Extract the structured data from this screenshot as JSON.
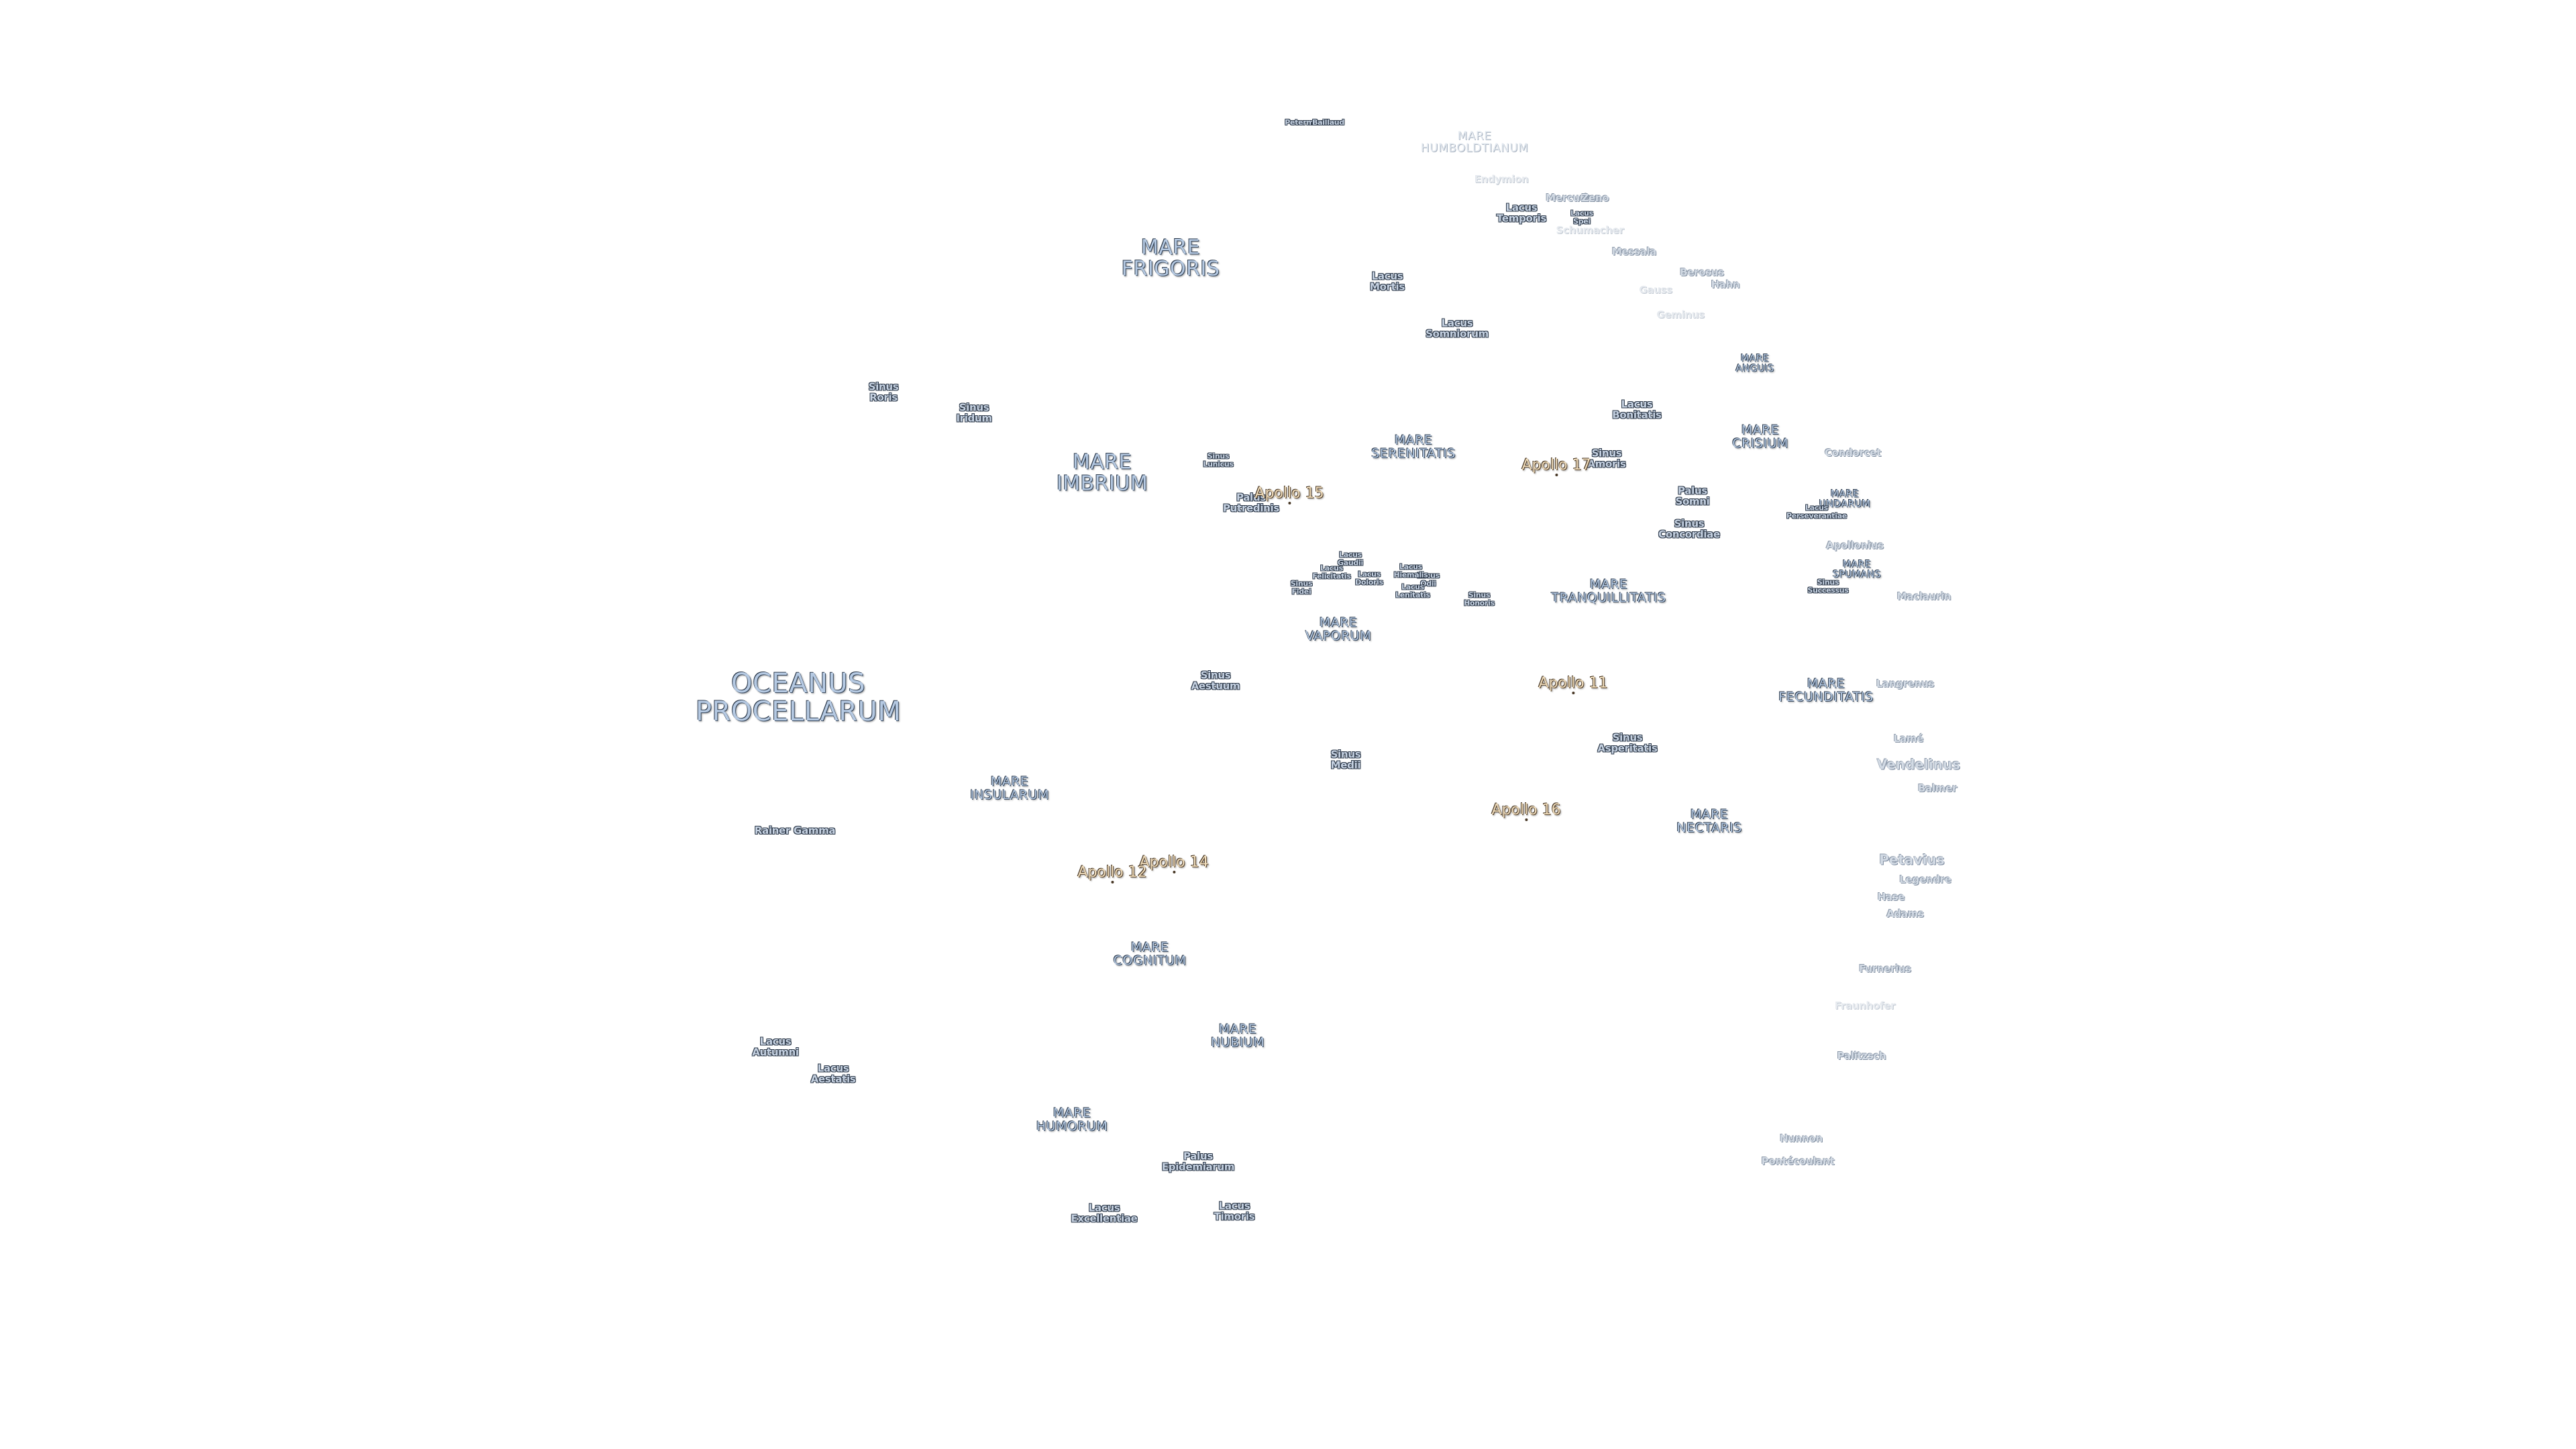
{
  "map": {
    "title": "",
    "colors": {
      "background": "#ffffff",
      "sea_fill": "#b5c9e2",
      "sea_outline": "#2e3b4c",
      "feature_fill": "#c6d2e2",
      "apollo_fill": "#efdcbb",
      "apollo_outline": "#4a3a28",
      "limb_fill": "#d2dae4"
    },
    "seas": [
      {
        "lines": [
          "OCEANUS",
          "PROCELLARUM"
        ]
      },
      {
        "lines": [
          "MARE",
          "FRIGORIS"
        ]
      },
      {
        "lines": [
          "MARE",
          "IMBRIUM"
        ]
      },
      {
        "lines": [
          "MARE",
          "SERENITATIS"
        ]
      },
      {
        "lines": [
          "MARE",
          "TRANQUILLITATIS"
        ]
      },
      {
        "lines": [
          "MARE",
          "CRISIUM"
        ]
      },
      {
        "lines": [
          "MARE",
          "FECUNDITATIS"
        ]
      },
      {
        "lines": [
          "MARE",
          "NUBIUM"
        ]
      },
      {
        "lines": [
          "MARE",
          "INSULARUM"
        ]
      },
      {
        "lines": [
          "MARE",
          "COGNITUM"
        ]
      },
      {
        "lines": [
          "MARE",
          "HUMORUM"
        ]
      },
      {
        "lines": [
          "MARE",
          "NECTARIS"
        ]
      },
      {
        "lines": [
          "MARE",
          "VAPORUM"
        ]
      },
      {
        "lines": [
          "MARE",
          "HUMBOLDTIANUM"
        ]
      },
      {
        "lines": [
          "MARE",
          "ANGUIS"
        ]
      },
      {
        "lines": [
          "MARE",
          "UNDARUM"
        ]
      },
      {
        "lines": [
          "MARE",
          "SPUMANS"
        ]
      }
    ],
    "features": [
      {
        "lines": [
          "Lacus",
          "Somniorum"
        ]
      },
      {
        "lines": [
          "Sinus",
          "Roris"
        ]
      },
      {
        "lines": [
          "Sinus",
          "Iridum"
        ]
      },
      {
        "lines": [
          "Lacus",
          "Mortis"
        ]
      },
      {
        "lines": [
          "Lacus",
          "Temporis"
        ]
      },
      {
        "lines": [
          "Sinus",
          "Aestuum"
        ]
      },
      {
        "lines": [
          "Sinus",
          "Medii"
        ]
      },
      {
        "lines": [
          "Sinus",
          "Asperitatis"
        ]
      },
      {
        "lines": [
          "Sinus",
          "Amoris"
        ]
      },
      {
        "lines": [
          "Lacus",
          "Bonitatis"
        ]
      },
      {
        "lines": [
          "Palus",
          "Somni"
        ]
      },
      {
        "lines": [
          "Sinus",
          "Concordiae"
        ]
      },
      {
        "lines": [
          "Palus",
          "Putredinis"
        ]
      },
      {
        "lines": [
          "Palus",
          "Epidemiarum"
        ]
      },
      {
        "lines": [
          "Lacus",
          "Excellentiae"
        ]
      },
      {
        "lines": [
          "Lacus",
          "Timoris"
        ]
      },
      {
        "lines": [
          "Lacus",
          "Autumni"
        ]
      },
      {
        "lines": [
          "Lacus",
          "Aestatis"
        ]
      },
      {
        "lines": [
          "Rainer Gamma"
        ]
      },
      {
        "lines": [
          "Sinus",
          "Successus"
        ]
      },
      {
        "lines": [
          "Sinus",
          "Honoris"
        ]
      },
      {
        "lines": [
          "Sinus",
          "Fidei"
        ]
      },
      {
        "lines": [
          "Sinus",
          "Lunicus"
        ]
      },
      {
        "lines": [
          "Lacus",
          "Doloris"
        ]
      },
      {
        "lines": [
          "Lacus",
          "Gaudii"
        ]
      },
      {
        "lines": [
          "Lacus",
          "Felicitatis"
        ]
      },
      {
        "lines": [
          "Lacus",
          "Odii"
        ]
      },
      {
        "lines": [
          "Lacus",
          "Hiemalis"
        ]
      },
      {
        "lines": [
          "Lacus",
          "Lenitatis"
        ]
      },
      {
        "lines": [
          "Lacus",
          "Spei"
        ]
      },
      {
        "lines": [
          "Lacus",
          "Perseverantiae"
        ]
      }
    ],
    "limb_features": [
      {
        "lines": [
          "Petavius"
        ]
      },
      {
        "lines": [
          "Vendelinus"
        ]
      },
      {
        "lines": [
          "Langrenus"
        ]
      },
      {
        "lines": [
          "Lamé"
        ]
      },
      {
        "lines": [
          "Balmer"
        ]
      },
      {
        "lines": [
          "Legendre"
        ]
      },
      {
        "lines": [
          "Hase"
        ]
      },
      {
        "lines": [
          "Adams"
        ]
      },
      {
        "lines": [
          "Furnerius"
        ]
      },
      {
        "lines": [
          "Fraunhofer"
        ]
      },
      {
        "lines": [
          "Palitzsch"
        ]
      },
      {
        "lines": [
          "Nunnon"
        ]
      },
      {
        "lines": [
          "Pontécoulant"
        ]
      },
      {
        "lines": [
          "Condorcet"
        ]
      },
      {
        "lines": [
          "Apollonius"
        ]
      },
      {
        "lines": [
          "Maclaurin"
        ]
      },
      {
        "lines": [
          "Berosus"
        ]
      },
      {
        "lines": [
          "Hahn"
        ]
      },
      {
        "lines": [
          "Messala"
        ]
      },
      {
        "lines": [
          "Schumacher"
        ]
      },
      {
        "lines": [
          "Mercurius"
        ]
      },
      {
        "lines": [
          "Zeno"
        ]
      },
      {
        "lines": [
          "Endymion"
        ]
      },
      {
        "lines": [
          "Gauss"
        ]
      },
      {
        "lines": [
          "Geminus"
        ]
      },
      {
        "lines": [
          "Petermann"
        ]
      },
      {
        "lines": [
          "Baillaud"
        ]
      }
    ],
    "landing_sites": [
      {
        "label": "Apollo 15"
      },
      {
        "label": "Apollo 17"
      },
      {
        "label": "Apollo 11"
      },
      {
        "label": "Apollo 16"
      },
      {
        "label": "Apollo 14"
      },
      {
        "label": "Apollo 12"
      }
    ]
  }
}
